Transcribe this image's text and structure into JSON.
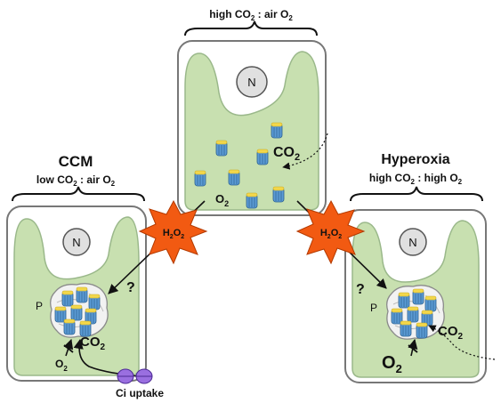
{
  "panels": {
    "top": {
      "title": "",
      "condition": {
        "a": "high CO",
        "a_sub": "2",
        "mid": " : air O",
        "b_sub": "2"
      },
      "nucleus": "N",
      "co2": {
        "main": "CO",
        "sub": "2"
      },
      "o2": {
        "main": "O",
        "sub": "2"
      }
    },
    "left": {
      "title": "CCM",
      "condition": {
        "a": "low CO",
        "a_sub": "2",
        "mid": " : air O",
        "b_sub": "2"
      },
      "nucleus": "N",
      "pyrenoid": "P",
      "question": "?",
      "co2": {
        "main": "CO",
        "sub": "2"
      },
      "o2": {
        "main": "O",
        "sub": "2"
      },
      "ci_uptake": "Ci uptake"
    },
    "right": {
      "title": "Hyperoxia",
      "condition": {
        "a": "high CO",
        "a_sub": "2",
        "mid": " : high O",
        "b_sub": "2"
      },
      "nucleus": "N",
      "pyrenoid": "P",
      "question": "?",
      "co2": {
        "main": "CO",
        "sub": "2"
      },
      "o2": {
        "main": "O",
        "sub": "2"
      }
    }
  },
  "h2o2": {
    "h": "H",
    "sub1": "2",
    "o": "O",
    "sub2": "2"
  },
  "colors": {
    "chloroplast": "#c8e0b0",
    "cell_border": "#777777",
    "burst": "#f25a12",
    "rubisco_body": "#5b9bd5",
    "rubisco_cap": "#f2d74c",
    "transporter": "#9a6fe0"
  }
}
